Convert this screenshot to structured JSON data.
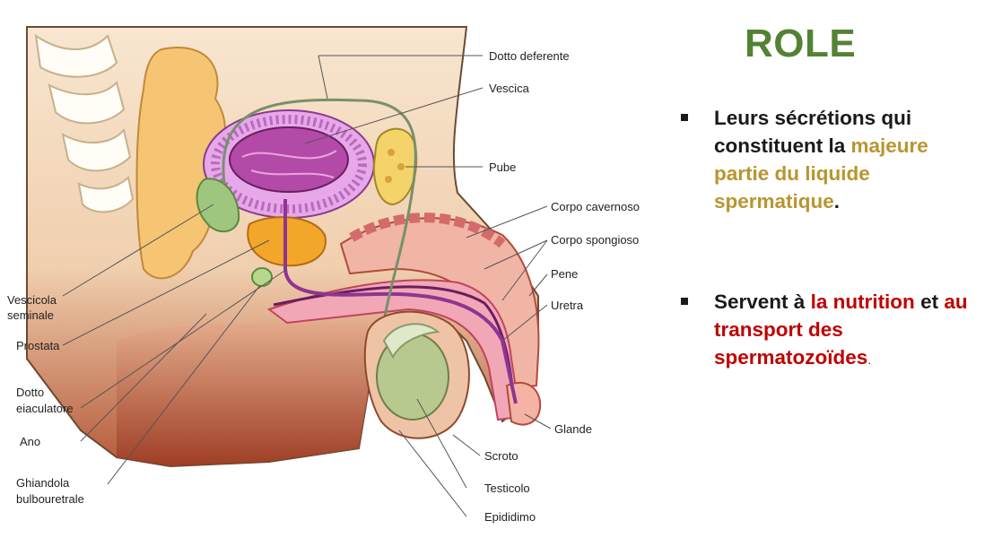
{
  "diagram": {
    "labels": {
      "dotto_deferente": "Dotto deferente",
      "vescica": "Vescica",
      "pube": "Pube",
      "corpo_cavernoso": "Corpo cavernoso",
      "corpo_spongioso": "Corpo spongioso",
      "pene": "Pene",
      "uretra": "Uretra",
      "glande": "Glande",
      "scroto": "Scroto",
      "testicolo": "Testicolo",
      "epididimo": "Epididimo",
      "vescicola_seminale_1": "Vescicola",
      "vescicola_seminale_2": "seminale",
      "prostata": "Prostata",
      "dotto_eiaculatore_1": "Dotto",
      "dotto_eiaculatore_2": "eiaculatore",
      "ano": "Ano",
      "ghiandola_1": "Ghiandola",
      "ghiandola_2": "bulbouretrale"
    }
  },
  "role": {
    "title": "ROLE",
    "bullet1": {
      "part1": "Leurs sécrétions qui constituent la ",
      "highlight": "majeure partie du liquide spermatique",
      "end": "."
    },
    "bullet2": {
      "part1": "Servent à ",
      "highlight1": "la nutrition",
      "part2": " et ",
      "highlight2": "au transport des spermatozoïdes",
      "end": "."
    }
  },
  "colors": {
    "title_green": "#548235",
    "gold_highlight": "#b8962f",
    "red_highlight": "#c00000"
  }
}
